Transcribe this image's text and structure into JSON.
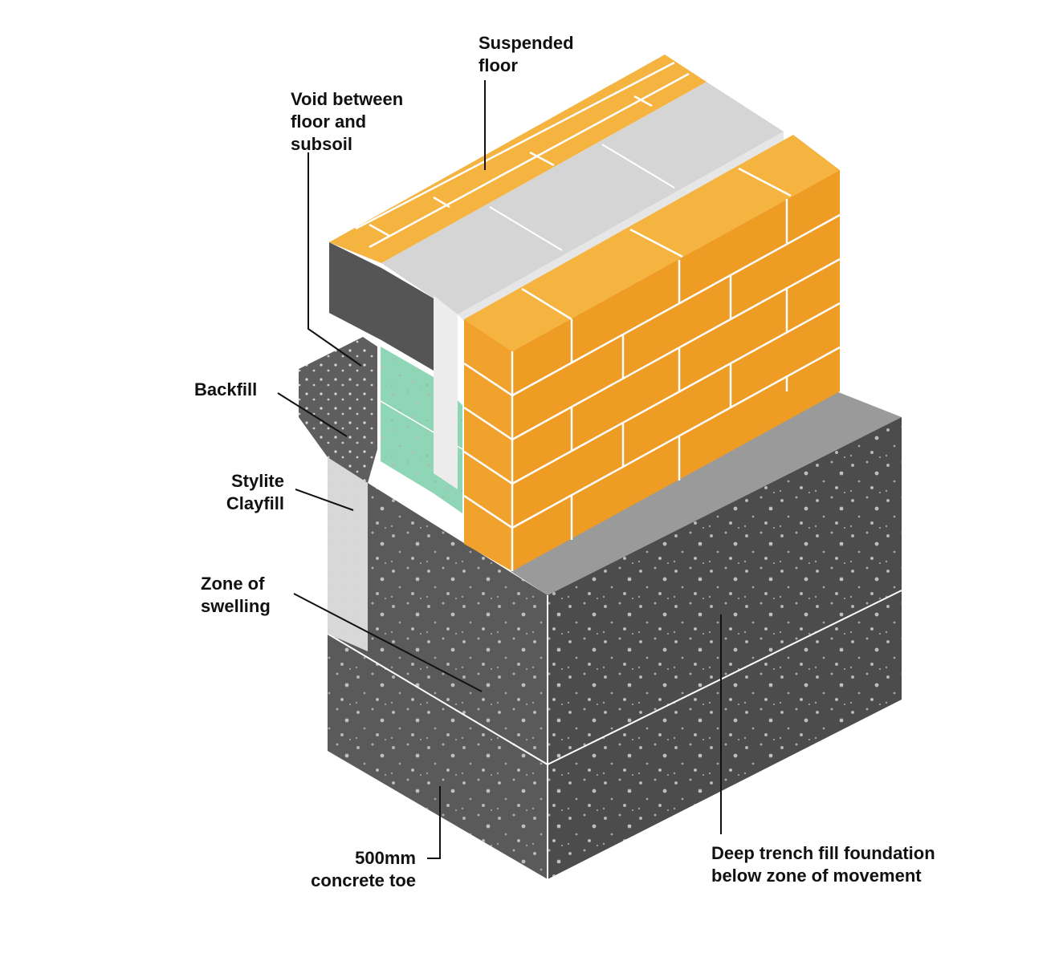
{
  "labels": {
    "suspended_floor": [
      "Suspended",
      "floor"
    ],
    "void": [
      "Void between",
      "floor and",
      "subsoil"
    ],
    "backfill": [
      "Backfill"
    ],
    "stylite": [
      "Stylite",
      "Clayfill"
    ],
    "zone_swelling": [
      "Zone of",
      "swelling"
    ],
    "concrete_toe": [
      "500mm",
      "concrete toe"
    ],
    "deep_trench": [
      "Deep trench fill foundation",
      "below zone of movement"
    ]
  },
  "colors": {
    "brick": "#f0a22c",
    "brick_light": "#f5b33f",
    "mortar": "#ffffff",
    "concrete_front": "#5a5a5a",
    "concrete_side": "#4c4c4c",
    "concrete_top": "#9a9a9a",
    "slab": "#d5d5d5",
    "slab_edge": "#ececec",
    "void_block": "#555555",
    "clayfill": "#d8d8d8",
    "insulation": "#8fd6b6",
    "leader": "#111111"
  }
}
